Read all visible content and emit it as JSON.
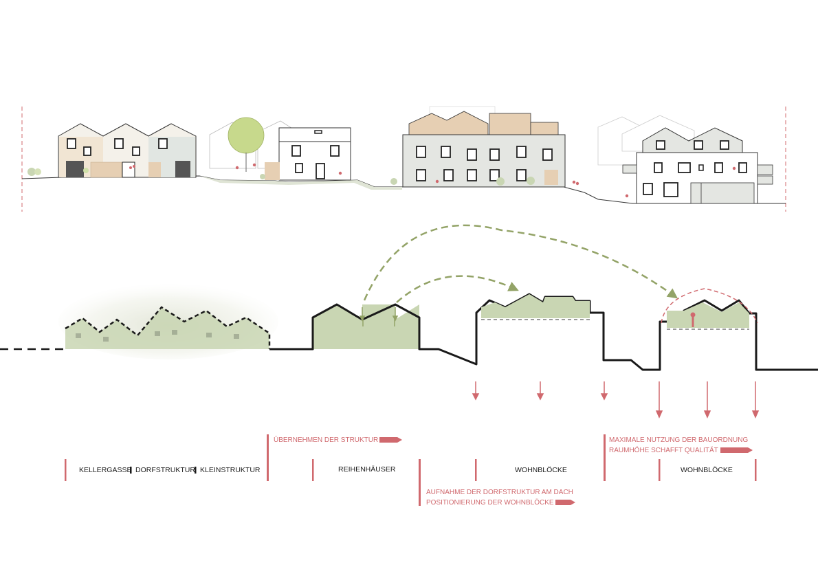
{
  "labels": {
    "kellergasse": "KELLERGASSE",
    "dorfstruktur": "DORFSTRUKTUR",
    "kleinstruktur": "KLEINSTRUKTUR",
    "reihenhaeuser": "REIHENHÄUSER",
    "wohnbloecke_1": "WOHNBLÖCKE",
    "wohnbloecke_2": "WOHNBLÖCKE"
  },
  "annotations": {
    "uebernehmen": "ÜBERNEHMEN DER STRUKTUR",
    "aufnahme_line1": "AUFNAHME DER DORFSTRUKTUR AM DACH",
    "aufnahme_line2": "POSITIONIERUNG DER WOHNBLÖCKE",
    "maximale_line1": "MAXIMALE NUTZUNG DER BAUORDNUNG",
    "maximale_line2": "RAUMHÖHE SCHAFFT QUALITÄT"
  },
  "colors": {
    "accent_red": "#d0696e",
    "green_fill": "#c9d6b3",
    "green_dash": "#93a367",
    "outline": "#1a1a1a",
    "wood": "#e6cfb3",
    "facade_grey": "#e4e6e2"
  }
}
